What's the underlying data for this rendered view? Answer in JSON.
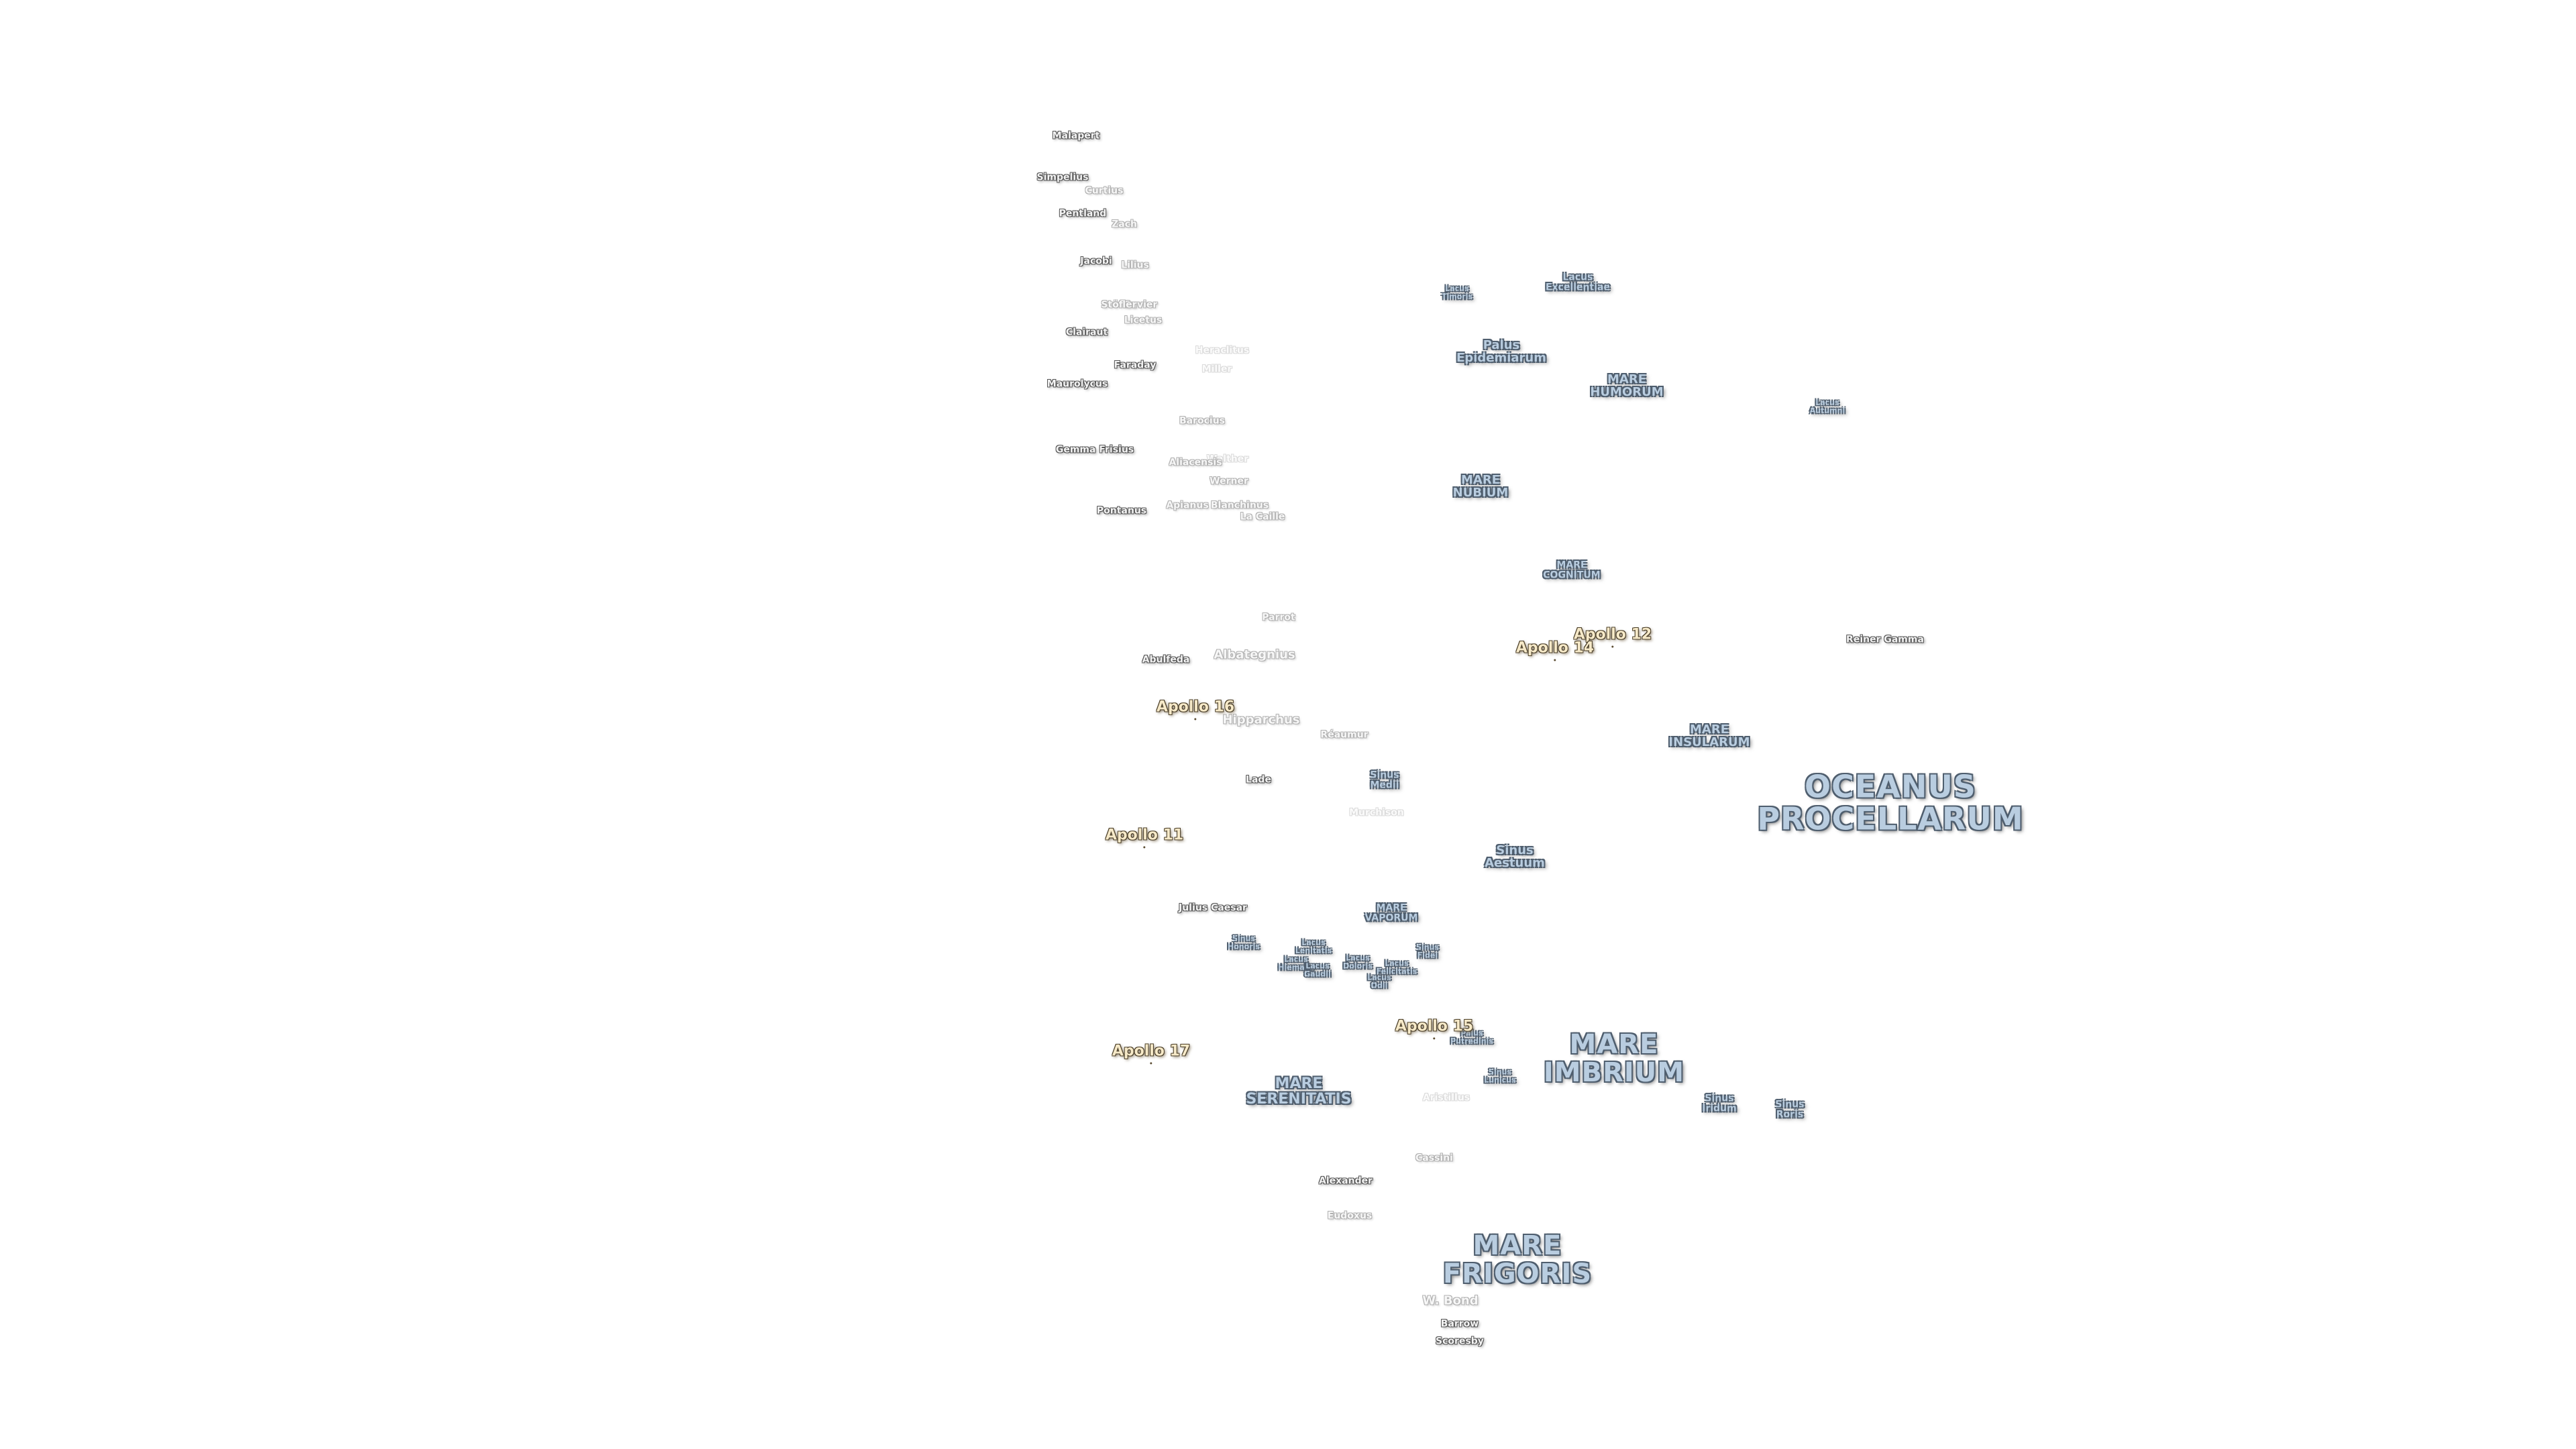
{
  "seas": [
    {
      "id": "oceanus-procellarum",
      "text": "OCEANUS\nPROCELLARUM",
      "size": "huge"
    },
    {
      "id": "mare-imbrium",
      "text": "MARE\nIMBRIUM",
      "size": "big"
    },
    {
      "id": "mare-frigoris",
      "text": "MARE\nFRIGORIS",
      "size": "big"
    },
    {
      "id": "mare-serenitatis",
      "text": "MARE\nSERENITATIS",
      "size": "med"
    },
    {
      "id": "mare-insularum",
      "text": "MARE\nINSULARUM",
      "size": "sm"
    },
    {
      "id": "mare-nubium",
      "text": "MARE\nNUBIUM",
      "size": "sm"
    },
    {
      "id": "mare-humorum",
      "text": "MARE\nHUMORUM",
      "size": "sm"
    },
    {
      "id": "mare-cognitum",
      "text": "MARE\nCOGNITUM",
      "size": "xs"
    },
    {
      "id": "mare-vaporum",
      "text": "MARE\nVAPORUM",
      "size": "xs"
    },
    {
      "id": "palus-epidemiarum",
      "text": "Palus\nEpidemiarum",
      "size": "sm"
    },
    {
      "id": "sinus-aestuum",
      "text": "Sinus\nAestuum",
      "size": "sm"
    },
    {
      "id": "sinus-medii",
      "text": "Sinus\nMedii",
      "size": "xs"
    },
    {
      "id": "sinus-iridum",
      "text": "Sinus\nIridum",
      "size": "xs"
    },
    {
      "id": "sinus-roris",
      "text": "Sinus\nRoris",
      "size": "xs"
    },
    {
      "id": "lacus-excellentiae",
      "text": "Lacus\nExcellentiae",
      "size": "xs"
    },
    {
      "id": "lacus-timoris",
      "text": "Lacus\nTimoris",
      "size": "xxs"
    },
    {
      "id": "lacus-autumni",
      "text": "Lacus\nAutumni",
      "size": "xxs"
    },
    {
      "id": "palus-putredinis",
      "text": "Palus\nPutredinis",
      "size": "xxs"
    },
    {
      "id": "sinus-lunicus",
      "text": "Sinus\nLunicus",
      "size": "xxs"
    },
    {
      "id": "sinus-honoris",
      "text": "Sinus\nHonoris",
      "size": "xxs"
    },
    {
      "id": "lacus-lenitatis",
      "text": "Lacus\nLenitatis",
      "size": "xxs"
    },
    {
      "id": "lacus-hiemalis",
      "text": "Lacus\nHiemalis",
      "size": "xxs"
    },
    {
      "id": "lacus-gaudii",
      "text": "Lacus\nGaudii",
      "size": "xxs"
    },
    {
      "id": "lacus-doloris",
      "text": "Lacus\nDoloris",
      "size": "xxs"
    },
    {
      "id": "lacus-odii",
      "text": "Lacus\nOdii",
      "size": "xxs"
    },
    {
      "id": "lacus-felicitatis",
      "text": "Lacus\nFelicitatis",
      "size": "xxs"
    },
    {
      "id": "sinus-fidei",
      "text": "Sinus\nFidei",
      "size": "xxs"
    }
  ],
  "craters": [
    {
      "text": "Malapert",
      "tone": "solid"
    },
    {
      "text": "Simpelius",
      "tone": "solid"
    },
    {
      "text": "Curtius",
      "tone": "faint"
    },
    {
      "text": "Pentland",
      "tone": "solid"
    },
    {
      "text": "Zach",
      "tone": "faint"
    },
    {
      "text": "Jacobi",
      "tone": "solid"
    },
    {
      "text": "Lilius",
      "tone": "faint"
    },
    {
      "text": "Cuvier",
      "tone": "faint"
    },
    {
      "text": "Clairaut",
      "tone": "solid"
    },
    {
      "text": "Licetus",
      "tone": "faint"
    },
    {
      "text": "Stöfler",
      "tone": "faint"
    },
    {
      "text": "Faraday",
      "tone": "solid"
    },
    {
      "text": "Heraclitus",
      "tone": "ghost"
    },
    {
      "text": "Maurolycus",
      "tone": "solid"
    },
    {
      "text": "Miller",
      "tone": "ghost"
    },
    {
      "text": "Barocius",
      "tone": "faint"
    },
    {
      "text": "Walther",
      "tone": "ghost"
    },
    {
      "text": "Gemma Frisius",
      "tone": "solid"
    },
    {
      "text": "Aliacensis",
      "tone": "faint"
    },
    {
      "text": "Werner",
      "tone": "faint"
    },
    {
      "text": "Pontanus",
      "tone": "solid"
    },
    {
      "text": "Apianus",
      "tone": "faint"
    },
    {
      "text": "Blanchinus",
      "tone": "faint"
    },
    {
      "text": "La Caille",
      "tone": "faint"
    },
    {
      "text": "Parrot",
      "tone": "faint"
    },
    {
      "text": "Abulfeda",
      "tone": "solid"
    },
    {
      "text": "Albategnius",
      "tone": "faint",
      "size": "lg"
    },
    {
      "text": "Hipparchus",
      "tone": "faint",
      "size": "lg"
    },
    {
      "text": "Réaumur",
      "tone": "faint"
    },
    {
      "text": "Lade",
      "tone": "solid"
    },
    {
      "text": "Murchison",
      "tone": "ghost"
    },
    {
      "text": "Julius Caesar",
      "tone": "solid"
    },
    {
      "text": "Aristillus",
      "tone": "ghost"
    },
    {
      "text": "Cassini",
      "tone": "faint"
    },
    {
      "text": "Alexander",
      "tone": "solid"
    },
    {
      "text": "Eudoxus",
      "tone": "faint"
    },
    {
      "text": "W. Bond",
      "tone": "faint",
      "size": "lg"
    },
    {
      "text": "Barrow",
      "tone": "solid"
    },
    {
      "text": "Scoresby",
      "tone": "solid"
    },
    {
      "text": "Reiner Gamma",
      "tone": "solid"
    }
  ],
  "apollo": [
    {
      "text": "Apollo 11"
    },
    {
      "text": "Apollo 12"
    },
    {
      "text": "Apollo 14"
    },
    {
      "text": "Apollo 15"
    },
    {
      "text": "Apollo 16"
    },
    {
      "text": "Apollo 17"
    }
  ]
}
